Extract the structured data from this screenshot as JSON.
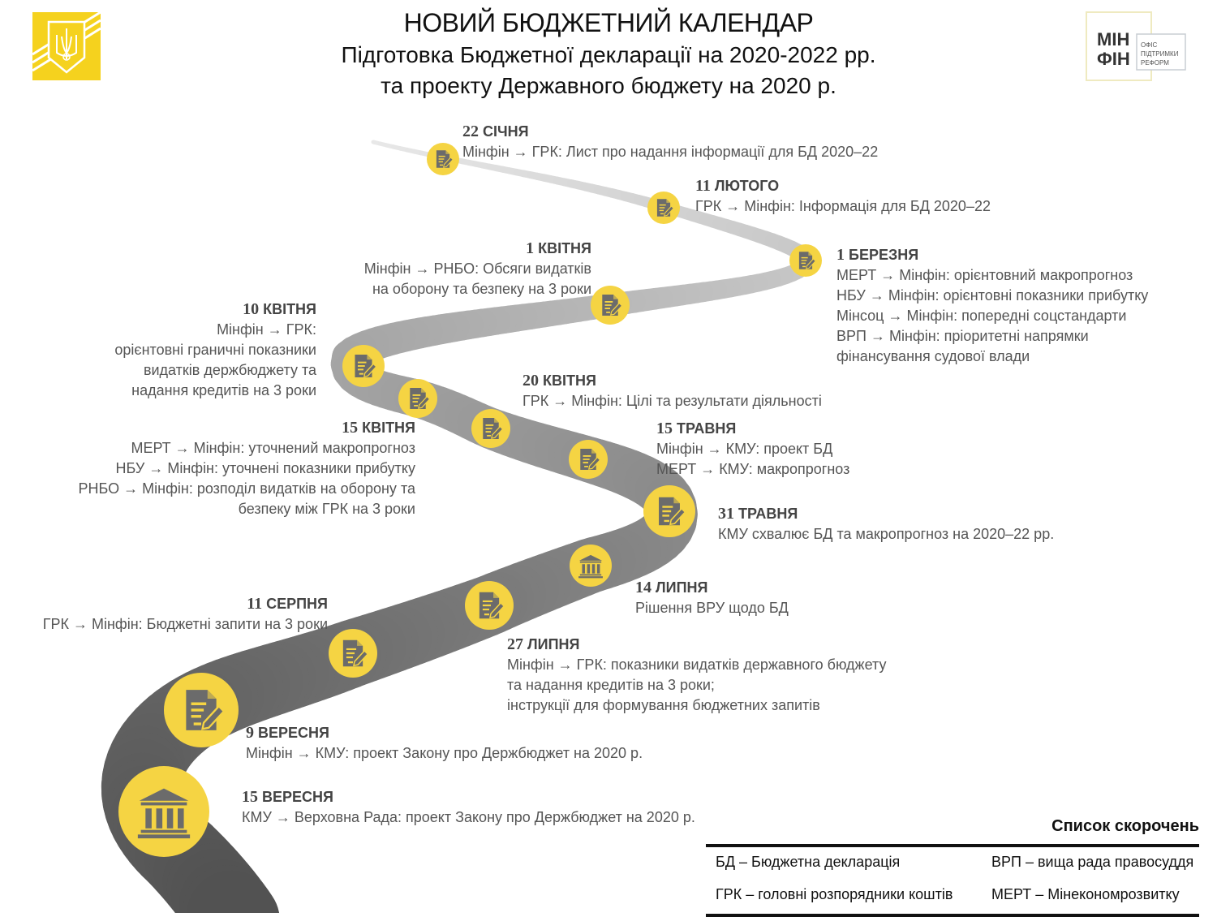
{
  "header": {
    "title": "НОВИЙ БЮДЖЕТНИЙ КАЛЕНДАР",
    "subtitle_1": "Підготовка Бюджетної декларації на 2020-2022 рр.",
    "subtitle_2": "та проекту Державного бюджету на 2020 р."
  },
  "logos": {
    "left": "Тризуб (герб України)",
    "right_main": "МІН ФІН",
    "right_sub": "ОФІС ПІДТРИМКИ РЕФОРМ"
  },
  "colors": {
    "accent": "#F5D443",
    "icon": "#6b6b6b",
    "text": "#555555",
    "road_light": "#e6e6e6",
    "road_dark": "#555555"
  },
  "events": [
    {
      "num": "22",
      "month": "СІЧНЯ",
      "icon": "document-edit-icon",
      "lines": [
        "Мінфін → ГРК: Лист про надання інформації для БД 2020–22"
      ]
    },
    {
      "num": "11",
      "month": "ЛЮТОГО",
      "icon": "document-edit-icon",
      "lines": [
        "ГРК → Мінфін:  Інформація для БД 2020–22"
      ]
    },
    {
      "num": "1",
      "month": "БЕРЕЗНЯ",
      "icon": "document-edit-icon",
      "lines": [
        "МЕРТ → Мінфін: орієнтовний макропрогноз",
        "НБУ → Мінфін: орієнтовні показники прибутку",
        "Мінсоц → Мінфін: попередні соцстандарти",
        "ВРП → Мінфін: пріоритетні напрямки",
        "фінансування судової влади"
      ]
    },
    {
      "num": "1",
      "month": "КВІТНЯ",
      "icon": "document-edit-icon",
      "lines": [
        "Мінфін → РНБО: Обсяги видатків",
        "на оборону та безпеку на 3 роки"
      ]
    },
    {
      "num": "10",
      "month": "КВІТНЯ",
      "icon": "document-edit-icon",
      "lines": [
        "Мінфін → ГРК:",
        "орієнтовні граничні показники",
        "видатків держбюджету та",
        "надання кредитів на 3 роки"
      ]
    },
    {
      "num": "15",
      "month": "КВІТНЯ",
      "icon": "document-edit-icon",
      "lines": [
        "МЕРТ → Мінфін: уточнений макропрогноз",
        "НБУ → Мінфін: уточнені показники прибутку",
        "РНБО → Мінфін: розподіл видатків на оборону та",
        "безпеку між ГРК на 3 роки"
      ]
    },
    {
      "num": "20",
      "month": "КВІТНЯ",
      "icon": "document-edit-icon",
      "lines": [
        "ГРК → Мінфін: Цілі та результати діяльності"
      ]
    },
    {
      "num": "15",
      "month": "ТРАВНЯ",
      "icon": "document-edit-icon",
      "lines": [
        "Мінфін → КМУ: проект БД",
        "МЕРТ → КМУ: макропрогноз"
      ]
    },
    {
      "num": "31",
      "month": "ТРАВНЯ",
      "icon": "document-edit-icon",
      "lines": [
        "КМУ схвалює БД та макропрогноз на 2020–22 рр."
      ]
    },
    {
      "num": "14",
      "month": "ЛИПНЯ",
      "icon": "parliament-building-icon",
      "lines": [
        "Рішення ВРУ щодо БД"
      ]
    },
    {
      "num": "27",
      "month": "ЛИПНЯ",
      "icon": "document-edit-icon",
      "lines": [
        "Мінфін → ГРК: показники видатків державного бюджету",
        "та надання кредитів на 3 роки;",
        "інструкції для формування бюджетних запитів"
      ]
    },
    {
      "num": "11",
      "month": "СЕРПНЯ",
      "icon": "document-edit-icon",
      "lines": [
        "ГРК → Мінфін: Бюджетні запити на 3 роки"
      ]
    },
    {
      "num": "9",
      "month": "ВЕРЕСНЯ",
      "icon": "document-edit-icon",
      "lines": [
        "Мінфін → КМУ:  проект Закону про Держбюджет на 2020 р."
      ]
    },
    {
      "num": "15",
      "month": "ВЕРЕСНЯ",
      "icon": "parliament-building-icon",
      "lines": [
        "КМУ → Верховна Рада: проект Закону про Держбюджет на 2020 р."
      ]
    }
  ],
  "abbreviations": {
    "title": "Список скорочень",
    "items": [
      "БД – Бюджетна декларація",
      "ВРП – вища рада правосуддя",
      "ГРК – головні розпорядники коштів",
      "МЕРТ – Мінекономрозвитку"
    ]
  }
}
